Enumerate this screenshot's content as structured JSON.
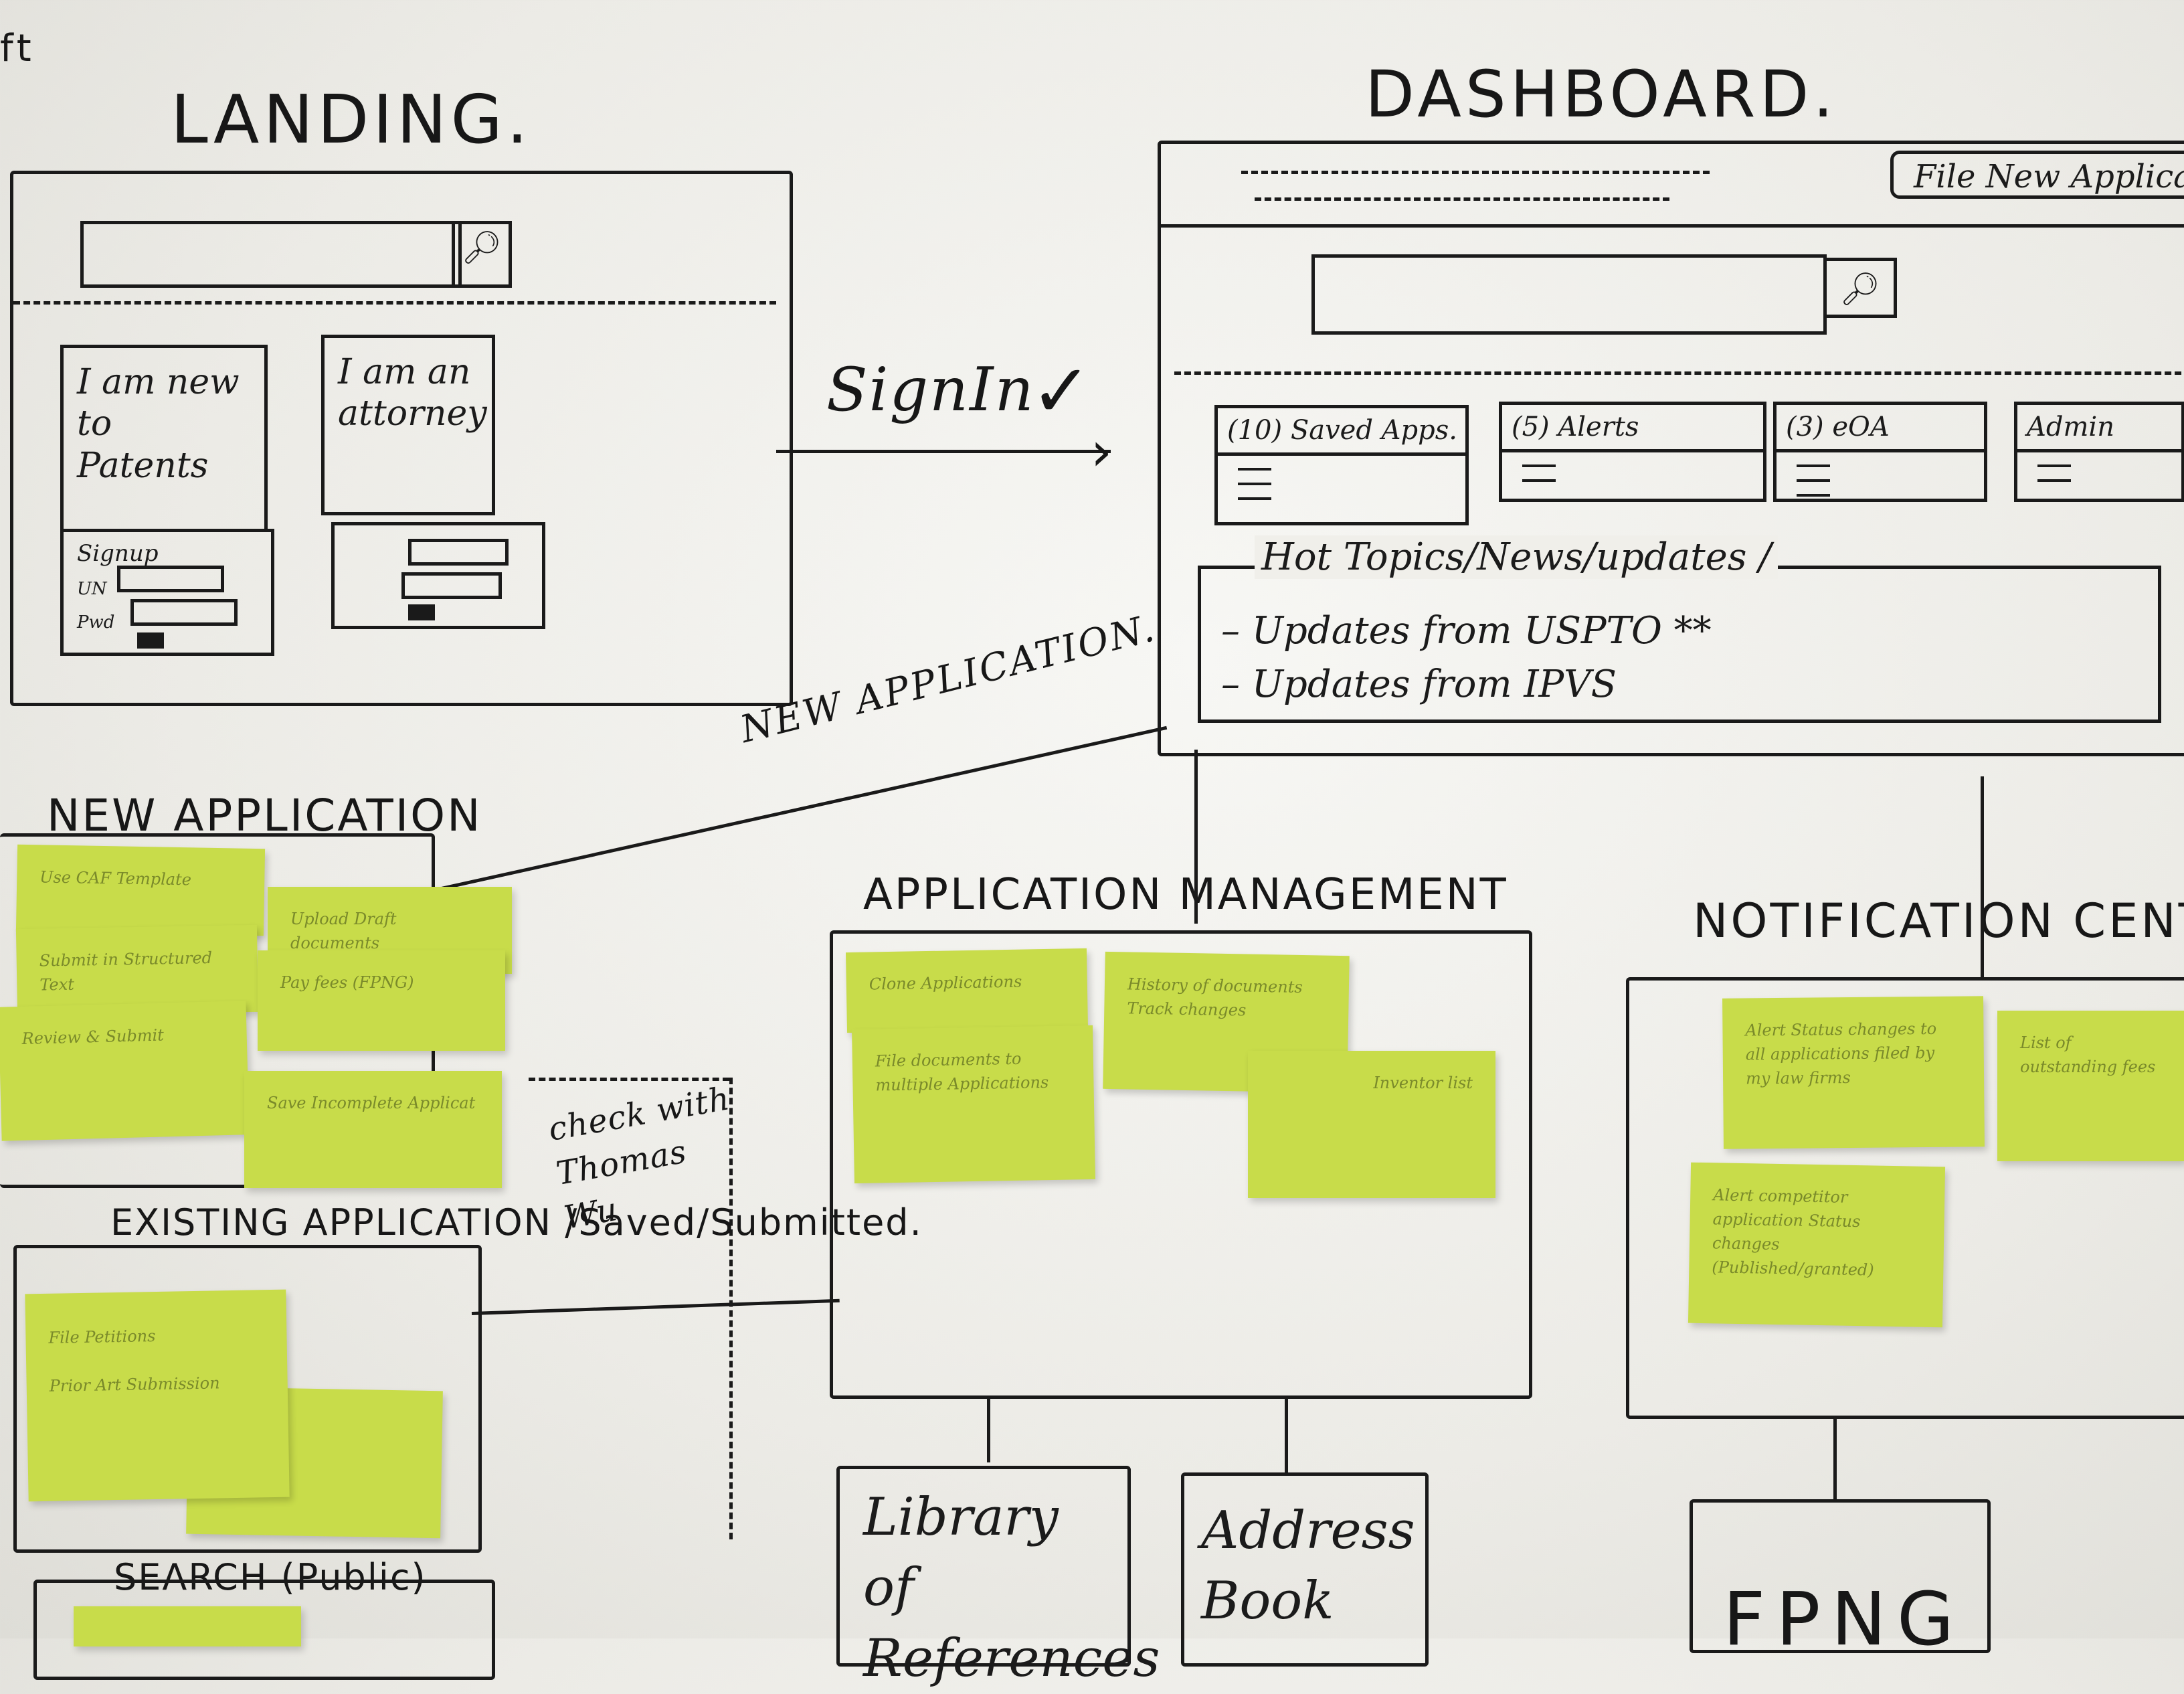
{
  "corner_mark": "ft",
  "landing": {
    "heading": "LANDING.",
    "card_new": "I am new to Patents",
    "card_attorney": "I am an attorney",
    "signup": {
      "title": "Signup",
      "un": "UN",
      "pwd": "Pwd"
    }
  },
  "signin": "SignIn",
  "dashboard": {
    "heading": "DASHBOARD.",
    "file_new": "File New Applicat",
    "tiles": [
      "(10) Saved Apps.",
      "(5) Alerts",
      "(3) eOA",
      "Admin"
    ],
    "hot_topics_title": "Hot Topics/News/updates /",
    "hot_topics_items": [
      "– Updates from USPTO **",
      "– Updates from IPVS"
    ]
  },
  "new_application_link": "NEW APPLICATION.",
  "new_application": {
    "heading": "NEW APPLICATION",
    "notes": [
      "Use CAF Template",
      "Upload Draft documents",
      "Submit in Structured Text",
      "Pay fees (FPNG)",
      "Review & Submit",
      "Save Incomplete Applicat"
    ]
  },
  "check_note": "check with Thomas Wu",
  "existing_application": {
    "heading": "EXISTING APPLICATION /Saved/Submitted.",
    "notes": [
      "File Petitions",
      "Prior Art Submission"
    ]
  },
  "search_public": "SEARCH (Public)",
  "application_management": {
    "heading": "APPLICATION MANAGEMENT",
    "notes": [
      "Clone Applications",
      "File documents to multiple Applications",
      "History of documents Track changes",
      "Inventor list"
    ]
  },
  "notification_center": {
    "heading": "NOTIFICATION CENTER",
    "notes": [
      "Alert Status changes to all applications filed by my law firms",
      "List of outstanding fees",
      "Alert competitor application Status changes (Published/granted)"
    ]
  },
  "library_of_references": "Library of References",
  "address_book": "Address Book",
  "fpng": "FPNG"
}
